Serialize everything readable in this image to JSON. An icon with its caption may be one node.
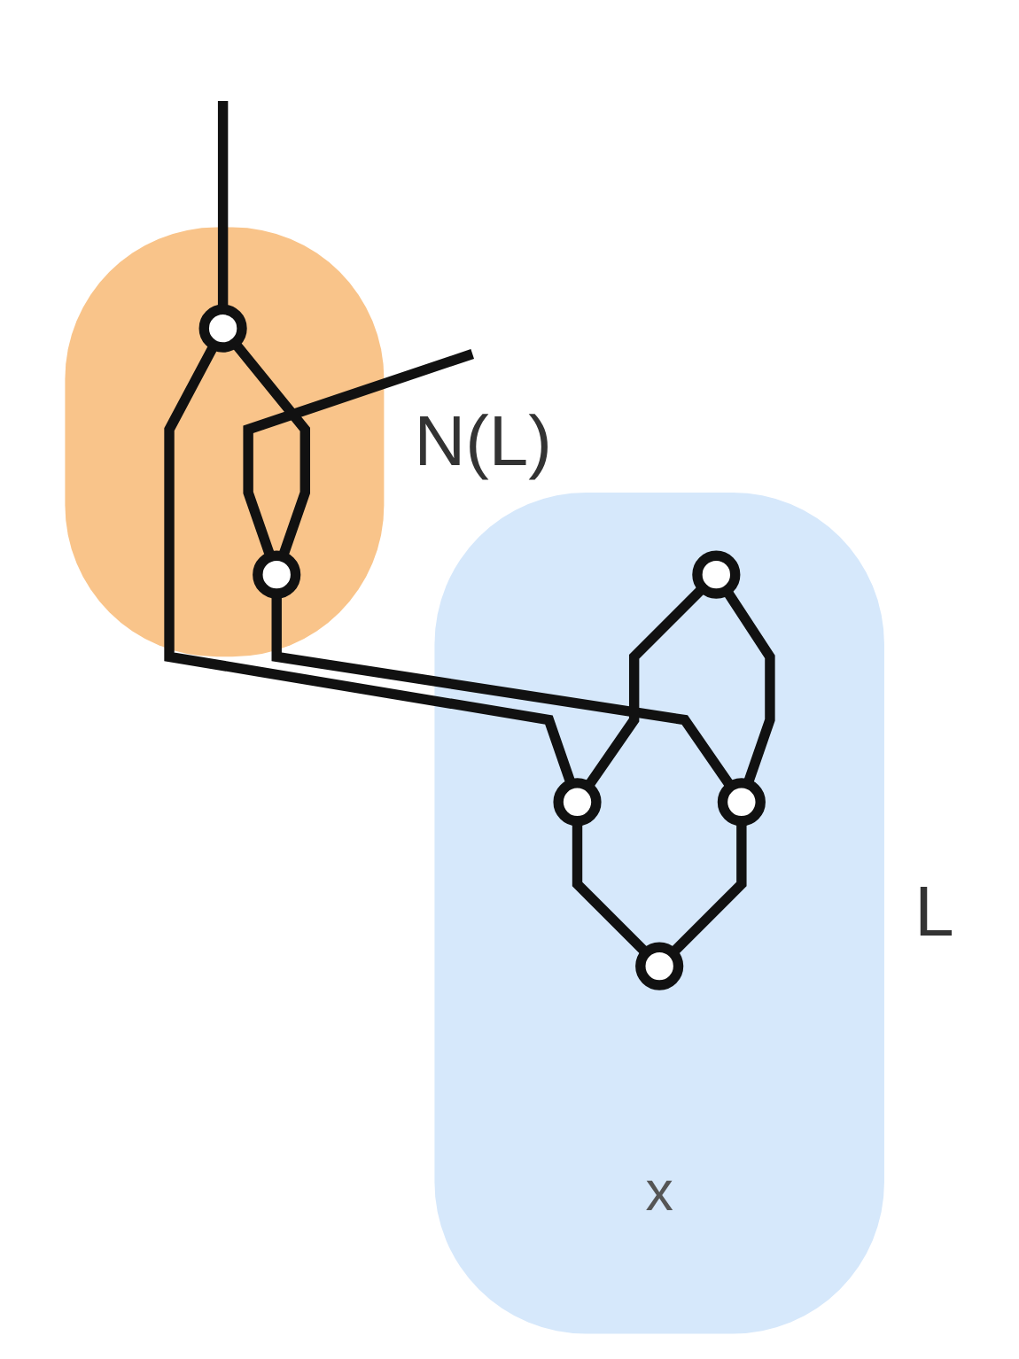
{
  "diagram": {
    "nodes": [
      {
        "text": [
          "N(L)"
        ]
      },
      {
        "text": [],
        "shape": "circle",
        "in": 0
      },
      {
        "text": [],
        "shape": "circle",
        "in": 0
      },
      {
        "text": [
          "L"
        ]
      },
      {
        "text": [],
        "shape": "circle",
        "in": 3
      },
      {
        "text": [],
        "shape": "circle",
        "in": 3
      },
      {
        "text": [],
        "shape": "circle",
        "in": 3
      },
      {
        "text": [],
        "shape": "circle",
        "in": 3,
        "beside": [
          "x"
        ]
      }
    ],
    "edges": [
      {
        "from": null,
        "to": 1,
        "arrow": "none"
      },
      {
        "from": null,
        "to": 2,
        "arrow": "none"
      },
      {
        "from": 1,
        "to": 2,
        "arrow": "none"
      },
      {
        "from": 1,
        "to": 5,
        "arrow": "none"
      },
      {
        "from": 2,
        "to": 6,
        "arrow": "none"
      },
      {
        "from": 4,
        "to": 5,
        "arrow": "none"
      },
      {
        "from": 4,
        "to": 6,
        "arrow": "none"
      },
      {
        "from": 5,
        "to": 7,
        "arrow": "none"
      },
      {
        "from": 6,
        "to": 7,
        "arrow": "none"
      }
    ]
  }
}
